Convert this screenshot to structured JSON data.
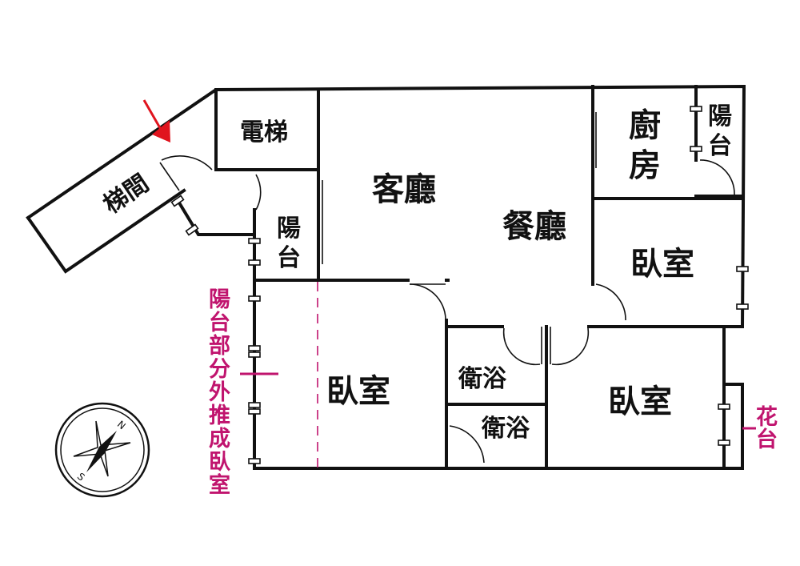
{
  "rooms": {
    "stairwell": "梯間",
    "elevator": "電梯",
    "living_room": "客廳",
    "dining_room": "餐廳",
    "kitchen_1": "廚",
    "kitchen_2": "房",
    "balcony_left_1": "陽",
    "balcony_left_2": "台",
    "balcony_right_1": "陽",
    "balcony_right_2": "台",
    "bedroom_upper_right": "臥室",
    "bedroom_left": "臥室",
    "bedroom_lower_right": "臥室",
    "bathroom_1": "衛浴",
    "bathroom_2": "衛浴"
  },
  "annotations": {
    "balcony_note": [
      "陽",
      "台",
      "部",
      "分",
      "外",
      "推",
      "成",
      "臥",
      "室"
    ],
    "flower_bed_1": "花",
    "flower_bed_2": "台"
  },
  "compass": {
    "north": "N",
    "south": "S"
  },
  "colors": {
    "wall": "#111111",
    "annotation": "#c0146e",
    "entrance_arrow": "#e0141e"
  }
}
